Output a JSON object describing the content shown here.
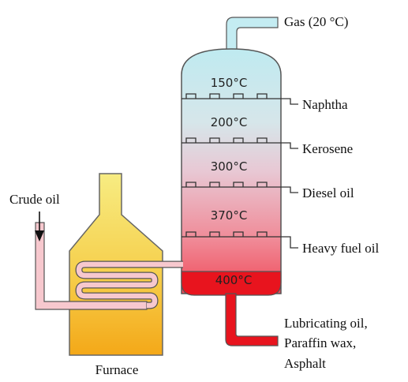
{
  "diagram": {
    "inputs": {
      "crude_oil": "Crude oil"
    },
    "furnace": {
      "label": "Furnace"
    },
    "column": {
      "top_output": "Gas (20 °C)",
      "trays": [
        {
          "temperature": "150°C",
          "product": "Naphtha"
        },
        {
          "temperature": "200°C",
          "product": "Kerosene"
        },
        {
          "temperature": "300°C",
          "product": "Diesel oil"
        },
        {
          "temperature": "370°C",
          "product": "Heavy fuel oil"
        }
      ],
      "bottom": {
        "temperature": "400°C",
        "products": [
          "Lubricating oil,",
          "Paraffin wax,",
          "Asphalt"
        ]
      }
    },
    "colors": {
      "column_top": "#bfeaf0",
      "column_mid": "#e8c8d4",
      "column_low": "#f26b78",
      "column_bottom_liquid": "#e8141e",
      "furnace_top": "#f7ec82",
      "furnace_bottom": "#f4ad1a",
      "pipe_fill": "#f7c8ce",
      "outline": "#555555"
    }
  }
}
